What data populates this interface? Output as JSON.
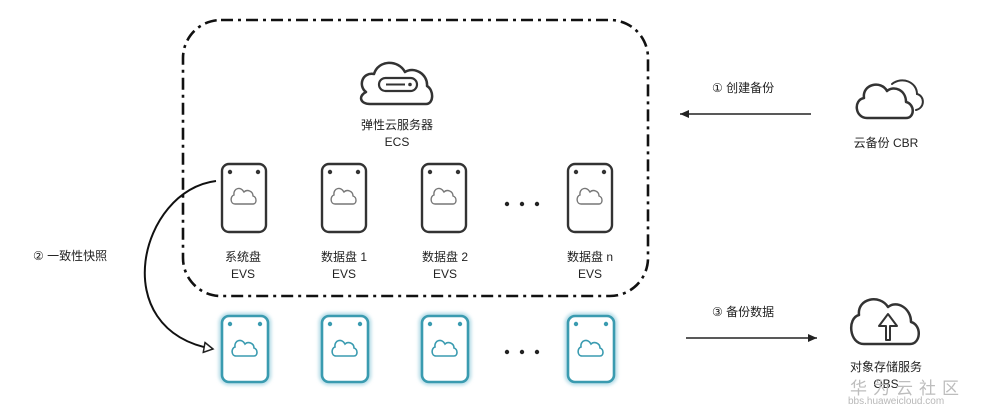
{
  "ecs": {
    "name": "弹性云服务器",
    "abbr": "ECS"
  },
  "disks": [
    {
      "name": "系统盘",
      "type": "EVS"
    },
    {
      "name": "数据盘 1",
      "type": "EVS"
    },
    {
      "name": "数据盘 2",
      "type": "EVS"
    },
    {
      "name": "数据盘 n",
      "type": "EVS"
    }
  ],
  "ellipsis": "· · ·",
  "steps": {
    "create_backup": "① 创建备份",
    "consistent_snapshot": "② 一致性快照",
    "backup_data": "③ 备份数据"
  },
  "cbr": {
    "label": "云备份 CBR"
  },
  "obs": {
    "name": "对象存储服务",
    "abbr": "OBS"
  },
  "watermark": {
    "title": "华为云社区",
    "url": "bbs.huaweicloud.com"
  },
  "colors": {
    "outline": "#333333",
    "snapshot_teal": "#3a9bb0",
    "snapshot_glow": "#b9dee8",
    "watermark": "#bdbdbd"
  }
}
